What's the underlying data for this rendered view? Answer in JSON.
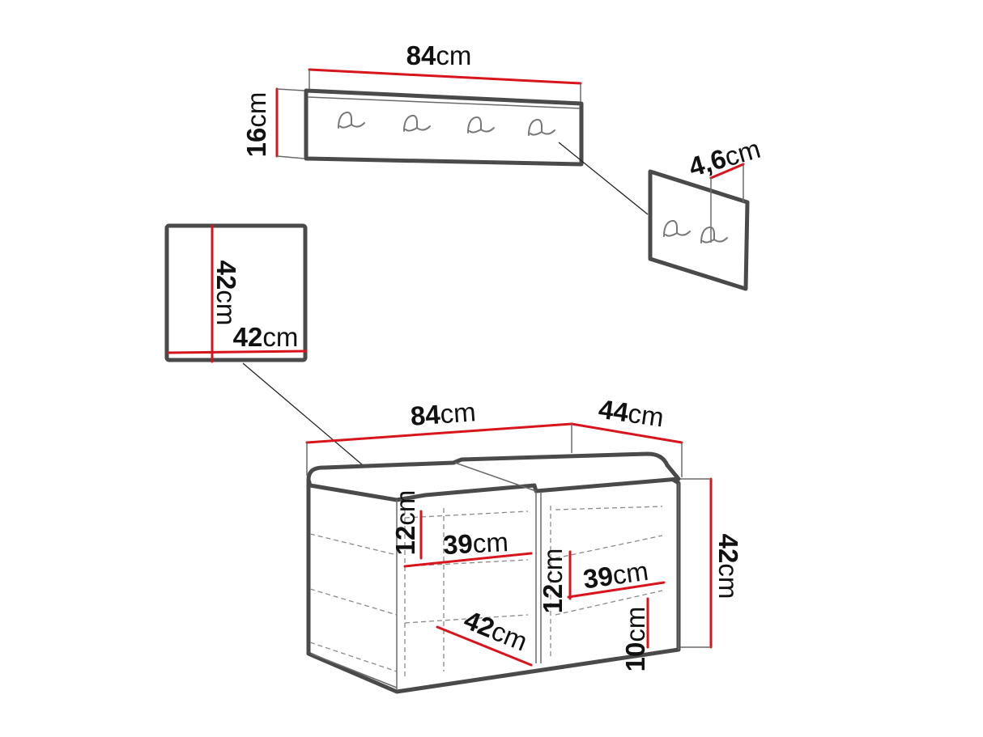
{
  "dimensions": {
    "rack_width": {
      "value": "84",
      "unit": "cm"
    },
    "rack_height": {
      "value": "16",
      "unit": "cm"
    },
    "rack_depth": {
      "value": "4,6",
      "unit": "cm"
    },
    "cushion_height": {
      "value": "42",
      "unit": "cm"
    },
    "cushion_width": {
      "value": "42",
      "unit": "cm"
    },
    "bench_width": {
      "value": "84",
      "unit": "cm"
    },
    "bench_depth": {
      "value": "44",
      "unit": "cm"
    },
    "bench_height": {
      "value": "42",
      "unit": "cm"
    },
    "left_shelf_gap": {
      "value": "12",
      "unit": "cm"
    },
    "left_shelf_depth": {
      "value": "39",
      "unit": "cm"
    },
    "right_shelf_gap": {
      "value": "12",
      "unit": "cm"
    },
    "right_shelf_depth": {
      "value": "39",
      "unit": "cm"
    },
    "bottom_shelf_width": {
      "value": "42",
      "unit": "cm"
    },
    "bottom_gap": {
      "value": "10",
      "unit": "cm"
    }
  },
  "colors": {
    "dimension_line": "#d8151c",
    "outline": "#4a4a4a"
  },
  "icons": [
    "coat-hook-icon"
  ]
}
